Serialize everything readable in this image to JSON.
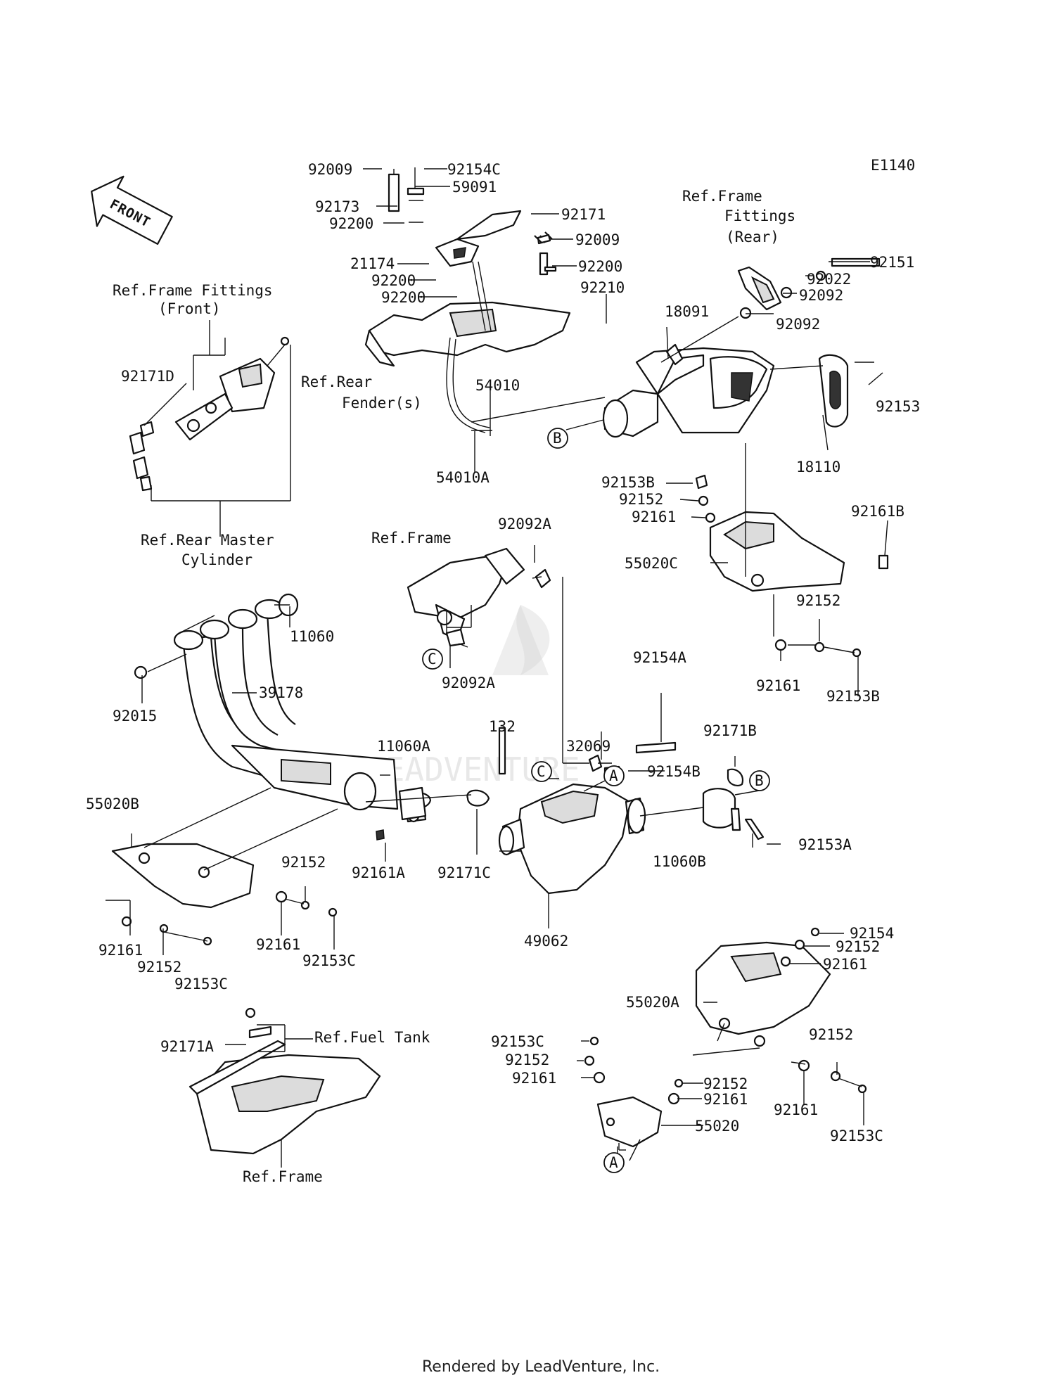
{
  "diagram_code": "E1140",
  "footer": "Rendered by LeadVenture, Inc.",
  "watermark": "LEADVENTURE",
  "front_arrow_label": "FRONT",
  "ref_markers": {
    "a": "A",
    "b": "B",
    "c": "C"
  },
  "labels": {
    "p92009_top": "92009",
    "p92154C": "92154C",
    "p59091": "59091",
    "p92173": "92173",
    "p92200_a": "92200",
    "p92171": "92171",
    "p92009_b": "92009",
    "p21174": "21174",
    "p92200_b": "92200",
    "p92200_c": "92200",
    "p92200_d": "92200",
    "p92210": "92210",
    "p54010": "54010",
    "p54010A": "54010A",
    "p18091": "18091",
    "p92151": "92151",
    "p92022": "92022",
    "p92092_a": "92092",
    "p92092_b": "92092",
    "p18110": "18110",
    "p92153": "92153",
    "p92153B_a": "92153B",
    "p92152_a": "92152",
    "p92161_a": "92161",
    "p92161B": "92161B",
    "p55020C": "55020C",
    "p92152_b": "92152",
    "p92161_b": "92161",
    "p92153B_b": "92153B",
    "p92171D": "92171D",
    "p92092A_a": "92092A",
    "p92092A_b": "92092A",
    "p11060": "11060",
    "p92015": "92015",
    "p39178": "39178",
    "p92154A": "92154A",
    "p32069": "32069",
    "p132": "132",
    "p92154B": "92154B",
    "p92171B": "92171B",
    "p11060A": "11060A",
    "p55020B": "55020B",
    "p92161A": "92161A",
    "p92171C": "92171C",
    "p11060B": "11060B",
    "p92153A": "92153A",
    "p92152_c": "92152",
    "p92161_c": "92161",
    "p92153C_a": "92153C",
    "p92161_d": "92161",
    "p92152_d": "92152",
    "p92153C_b": "92153C",
    "p49062": "49062",
    "p92154": "92154",
    "p92152_e": "92152",
    "p92161_e": "92161",
    "p55020A": "55020A",
    "p92152_f": "92152",
    "p92171A": "92171A",
    "p92153C_c": "92153C",
    "p92152_g": "92152",
    "p92161_f": "92161",
    "p92152_h": "92152",
    "p92161_g": "92161",
    "p92161_h": "92161",
    "p92153C_d": "92153C",
    "p55020": "55020"
  },
  "references": {
    "frame_fittings_front_1": "Ref.Frame Fittings",
    "frame_fittings_front_2": "(Front)",
    "frame_fittings_rear_1": "Ref.Frame",
    "frame_fittings_rear_2": "Fittings",
    "frame_fittings_rear_3": "(Rear)",
    "rear_fender_1": "Ref.Rear",
    "rear_fender_2": "Fender(s)",
    "rear_master_1": "Ref.Rear Master",
    "rear_master_2": "Cylinder",
    "frame_mid": "Ref.Frame",
    "fuel_tank": "Ref.Fuel Tank",
    "frame_bottom": "Ref.Frame"
  }
}
